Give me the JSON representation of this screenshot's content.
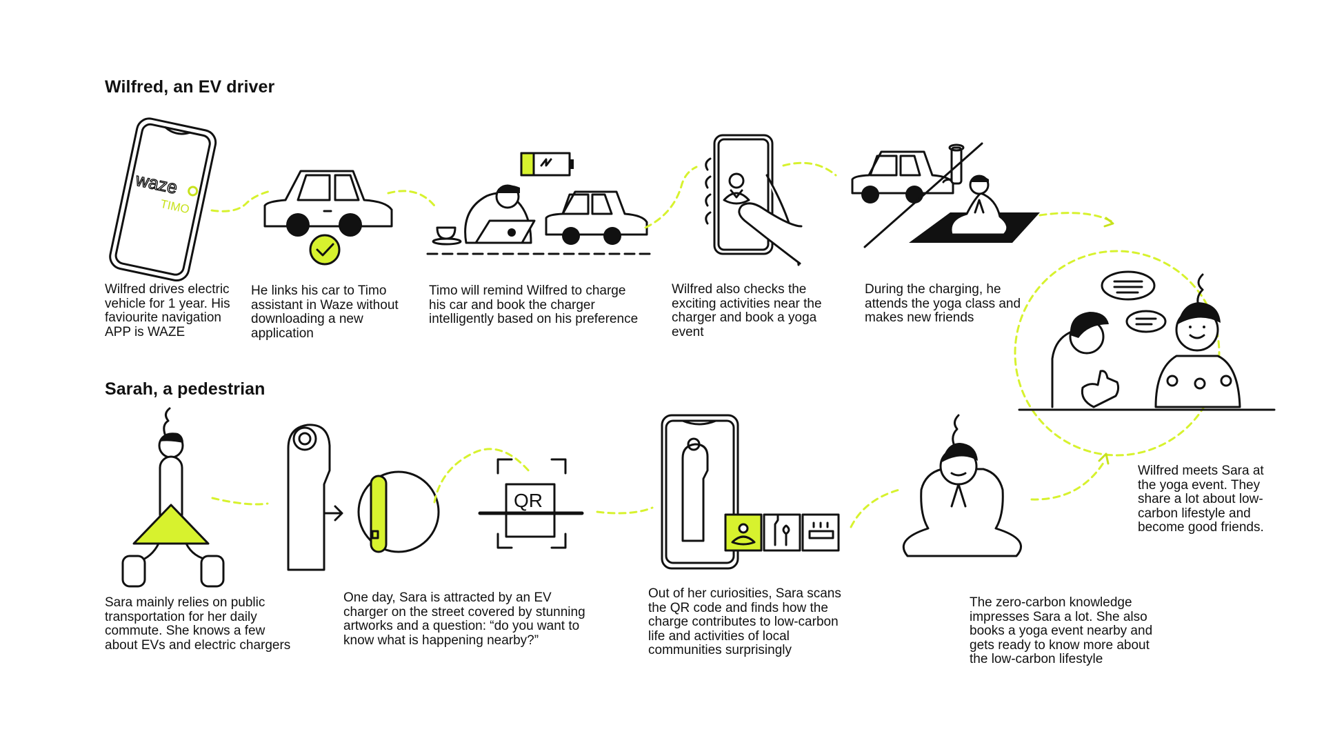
{
  "sections": {
    "driver_title": "Wilfred, an EV driver",
    "pedestrian_title": "Sarah, a pedestrian"
  },
  "labels": {
    "app_logo": "waze",
    "assistant_logo": "TIMO",
    "qr_label": "QR"
  },
  "steps": {
    "wilfred": [
      "Wilfred drives electric\nvehicle for 1 year. His\nfaviourite navigation\nAPP is WAZE",
      "He links his car to Timo\nassistant in Waze without\ndownloading a new\napplication",
      "Timo will remind Wilfred to charge\nhis car and book the charger\nintelligently based on his preference",
      "Wilfred also checks the\nexciting activities near the\ncharger and book a yoga\nevent",
      "During the charging, he\nattends the yoga class and\nmakes new friends"
    ],
    "sarah": [
      "Sara mainly relies on public\ntransportation for her daily\ncommute. She knows a few\nabout EVs and electric chargers",
      "One day, Sara is attracted by an EV\ncharger on the street covered by stunning\nartworks and a question: “do you want to\nknow what is happening nearby?”",
      "Out of her curiosities, Sara scans\nthe QR code and finds how the\ncharge contributes to low-carbon\nlife and activities of local\ncommunities surprisingly",
      "The zero-carbon knowledge\nimpresses Sara a lot. She also\nbooks a yoga event nearby and\ngets ready to know more about\nthe low-carbon lifestyle"
    ],
    "final": "Wilfred meets Sara at\nthe yoga event. They\nshare a lot about low-\ncarbon lifestyle and\nbecome good friends."
  },
  "colors": {
    "accent": "#d7f22e",
    "ink": "#111111",
    "background": "#ffffff"
  }
}
